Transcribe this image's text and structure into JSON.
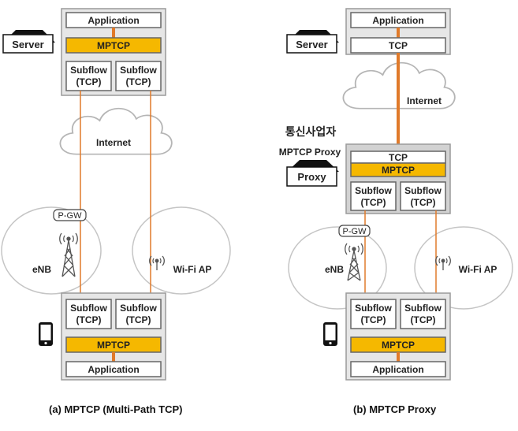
{
  "left": {
    "server_label": "Server",
    "app_label": "Application",
    "mptcp_label": "MPTCP",
    "subflow_label": "Subflow",
    "subflow_tcp_label": "(TCP)",
    "internet_label": "Internet",
    "pgw_label": "P-GW",
    "enb_label": "eNB",
    "wifi_label": "Wi-Fi AP",
    "caption": "(a) MPTCP (Multi-Path TCP)"
  },
  "right": {
    "server_label": "Server",
    "app_label": "Application",
    "tcp_label": "TCP",
    "internet_label": "Internet",
    "carrier_label": "통신사업자",
    "proxy_title": "MPTCP Proxy",
    "proxy_label": "Proxy",
    "mptcp_label": "MPTCP",
    "subflow_label": "Subflow",
    "subflow_tcp_label": "(TCP)",
    "pgw_label": "P-GW",
    "enb_label": "eNB",
    "wifi_label": "Wi-Fi AP",
    "caption": "(b) MPTCP Proxy"
  },
  "colors": {
    "link": "#e07a2a",
    "mptcp_fill": "#f5b800",
    "panel_fill": "#e6e6e6",
    "proxy_panel_fill": "#d2d2d2"
  }
}
